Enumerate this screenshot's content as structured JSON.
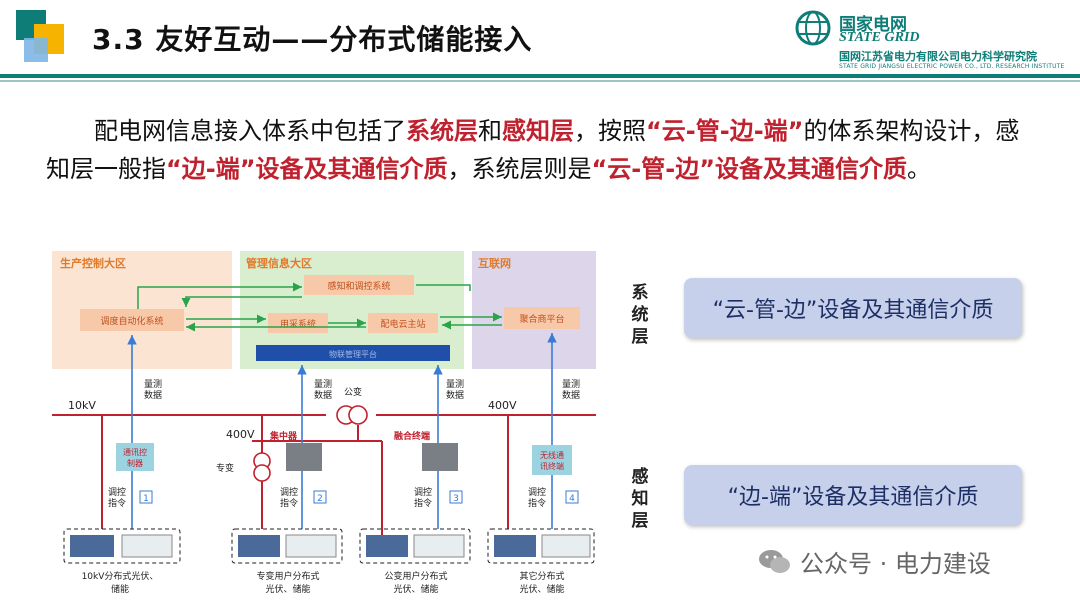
{
  "header": {
    "title": "3.3 友好互动——分布式储能接入",
    "logo_cn": "国家电网",
    "logo_en": "STATE GRID",
    "institute": "国网江苏省电力有限公司电力科学研究院",
    "institute_en": "STATE GRID JIANGSU ELECTRIC POWER CO., LTD. RESEARCH INSTITUTE"
  },
  "paragraph": {
    "p1": "配电网信息接入体系中包括了",
    "h1": "系统层",
    "p2": "和",
    "h2": "感知层",
    "p3": "，按照",
    "h3": "“云-管-边-端”",
    "p4": "的体系架构设计，感知层一般指",
    "h4": "“边-端”设备及其通信介质",
    "p5": "，系统层则是",
    "h5": "“云-管-边”设备及其通信介质",
    "p6": "。"
  },
  "diagram": {
    "zones": [
      "生产控制大区",
      "管理信息大区",
      "互联网"
    ],
    "systems": [
      "感知和调控系统",
      "调度自动化系统",
      "用采系统",
      "配电云主站",
      "聚合商平台",
      "物联管理平台"
    ],
    "voltages": [
      "10kV",
      "400V",
      "400V"
    ],
    "measure": "量测\n数据",
    "control": "调控\n指令",
    "gongbian": "公变",
    "zhuanbian": "专变",
    "devices": [
      "通讯控\n制器",
      "集中器",
      "融合终端",
      "无线通\n讯终端"
    ],
    "numbers": [
      "1",
      "2",
      "3",
      "4"
    ],
    "sites": [
      "10kV分布式光伏、\n储能",
      "专变用户分布式\n光伏、储能",
      "公变用户分布式\n光伏、储能",
      "其它分布式\n光伏、储能"
    ]
  },
  "side_labels": {
    "system": "系统层",
    "sensing": "感知层"
  },
  "pills": {
    "top": "“云-管-边”设备及其通信介质",
    "bottom": "“边-端”设备及其通信介质"
  },
  "watermark": {
    "text": "公众号 · 电力建设"
  },
  "colors": {
    "teal": "#0f7d77",
    "yellow": "#f6b400",
    "red": "#c0212e",
    "pill": "#c7d0ea"
  }
}
